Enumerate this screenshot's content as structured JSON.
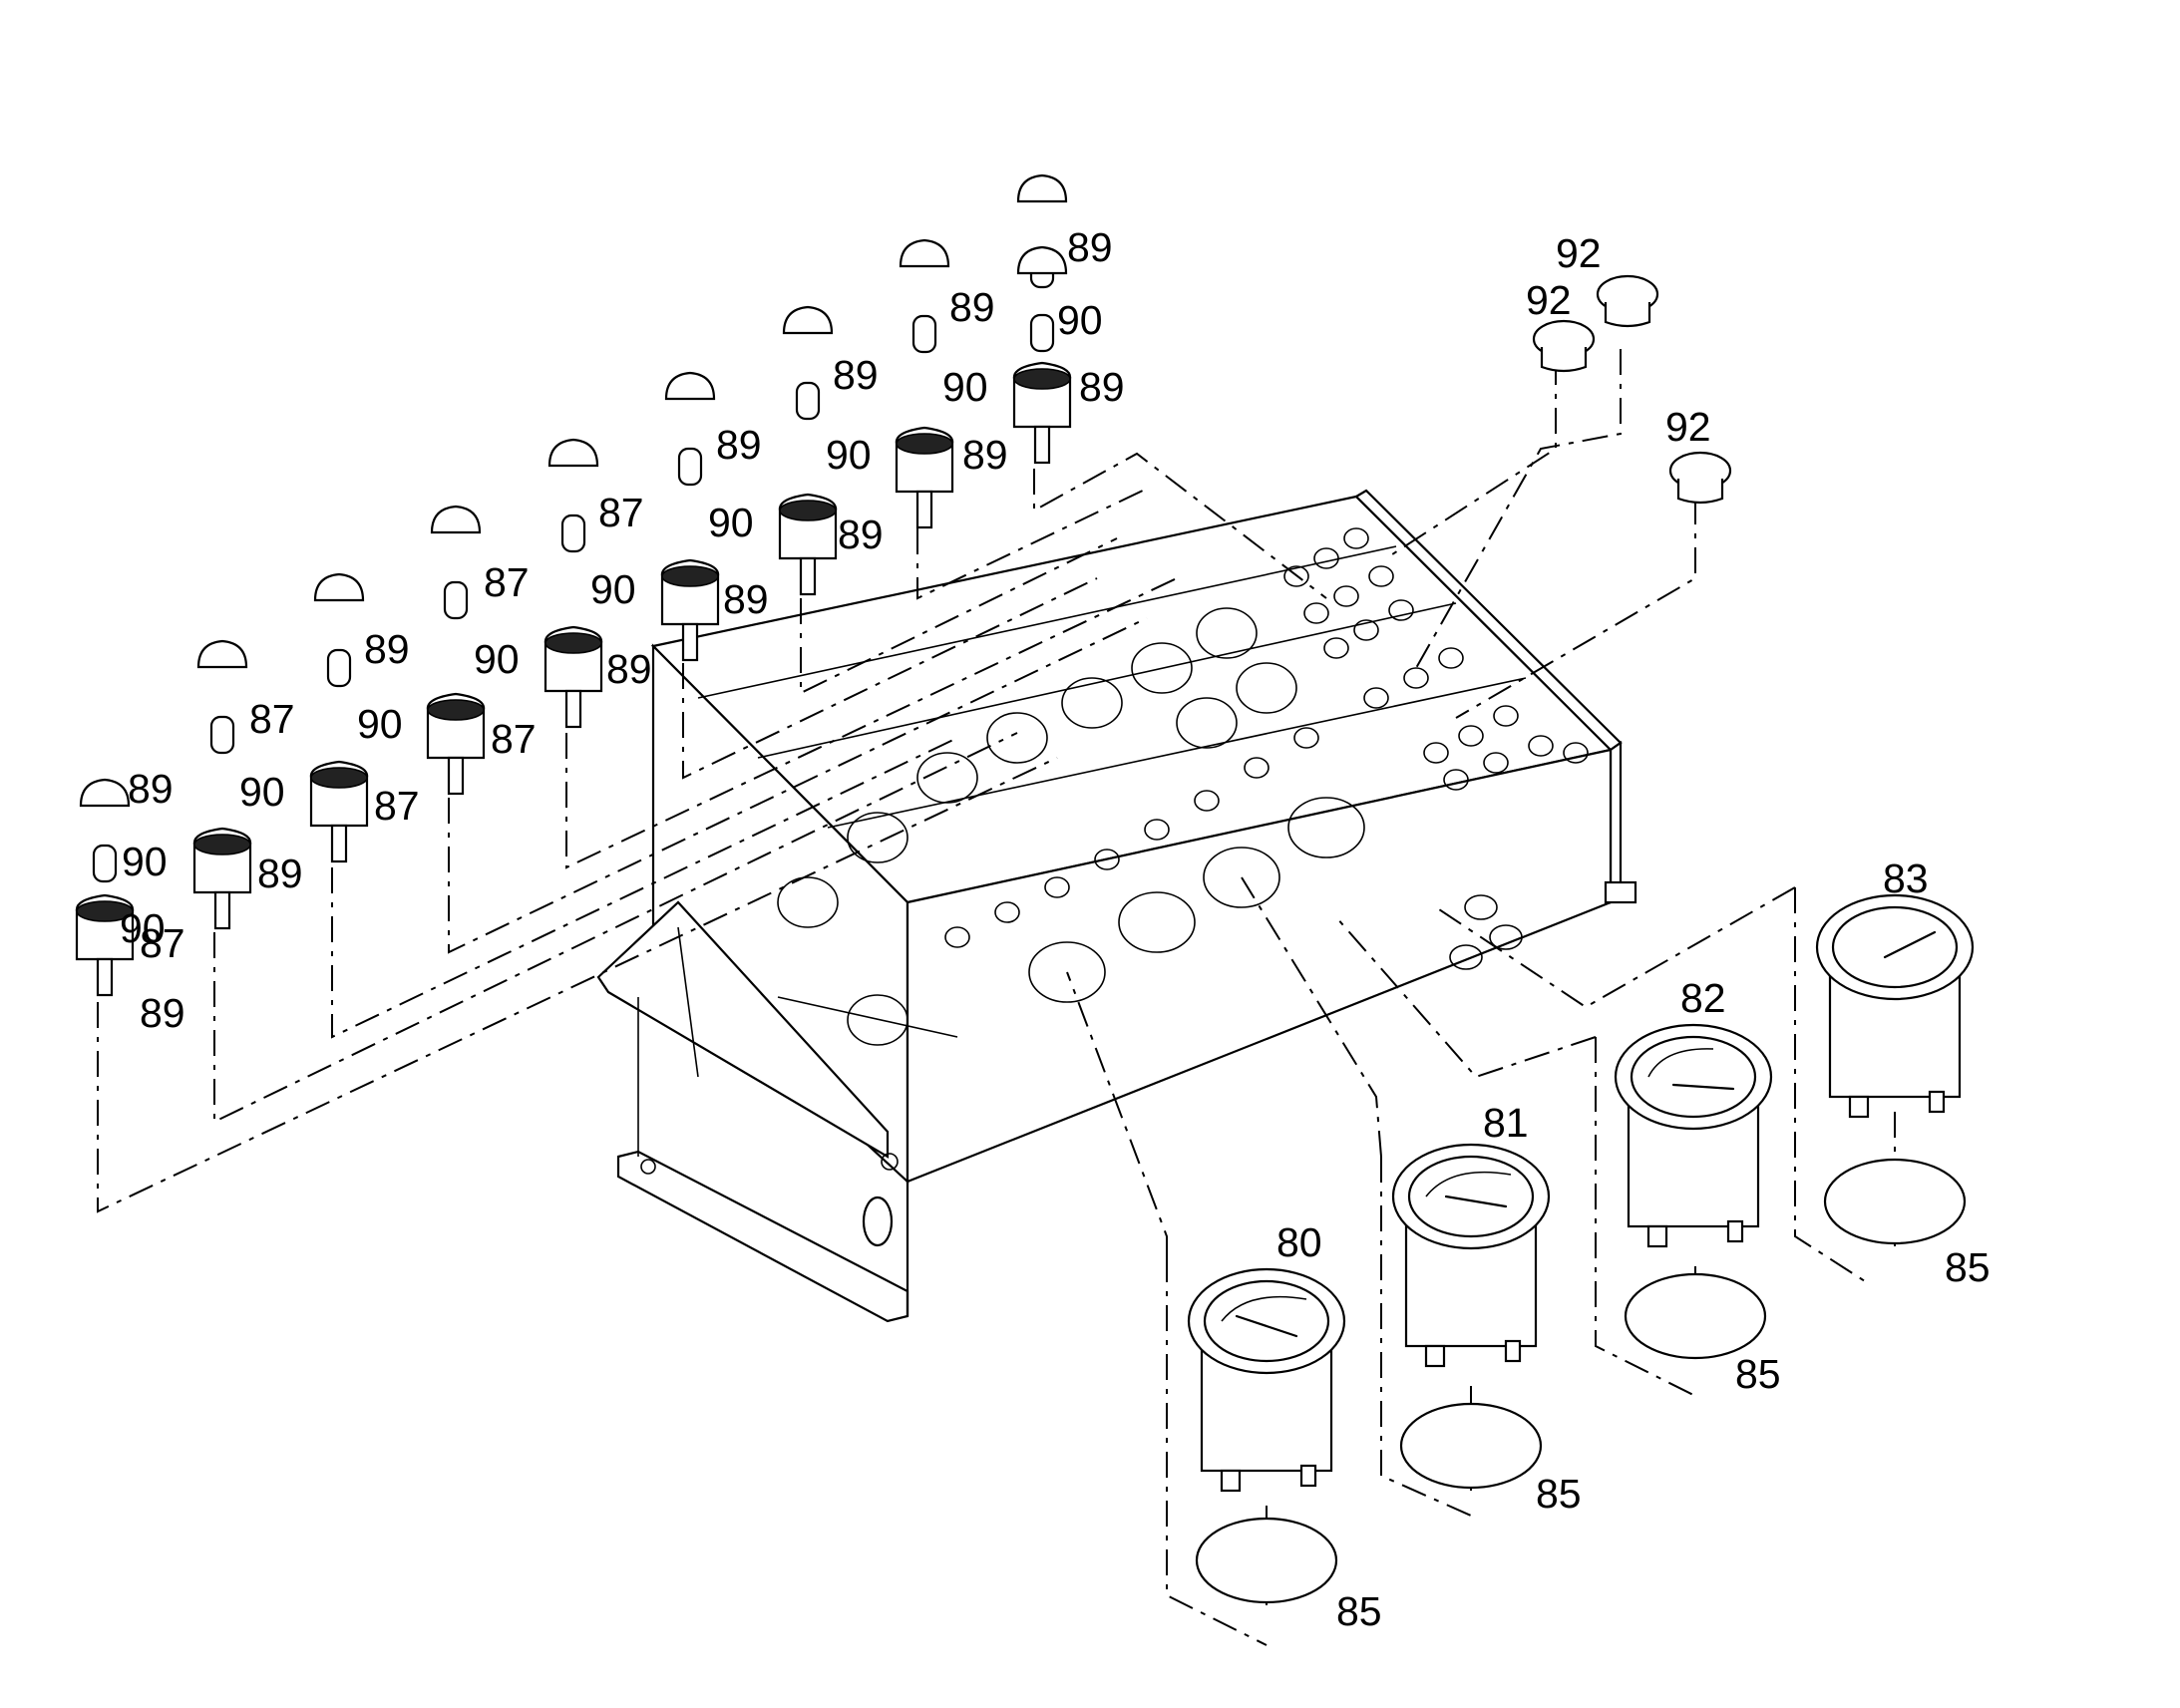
{
  "callouts": {
    "c89_top": "89",
    "c90_top": "90",
    "c89_top_b": "89",
    "c89_s7": "89",
    "c90_s7": "90",
    "c89_s7_b": "89",
    "c89_s6": "89",
    "c90_s6": "90",
    "c89_s6_b": "89",
    "c89_s5": "89",
    "c90_s5": "90",
    "c89_s5_b": "89",
    "c87_s4": "87",
    "c90_s4": "90",
    "c89_s4_b": "89",
    "c87_s3": "87",
    "c90_s3": "90",
    "c87_s3_b": "87",
    "c89_s2": "89",
    "c90_s2": "90",
    "c87_s2_b": "87",
    "c87_s1": "87",
    "c90_s1": "90",
    "c89_s1_b": "89",
    "c89_s0": "89",
    "c90_s0": "90",
    "c87_s0_b": "87",
    "c90_s00": "90",
    "c89_s00_b": "89",
    "c92_a": "92",
    "c92_b": "92",
    "c92_c": "92",
    "c83": "83",
    "c82": "82",
    "c81": "81",
    "c80": "80",
    "c85_83": "85",
    "c85_82": "85",
    "c85_81": "85",
    "c85_80": "85"
  },
  "icons": {
    "gauge": "gauge-icon",
    "indicator_lamp": "indicator-lamp-icon",
    "lens_cap": "lens-cap-icon",
    "bulb": "bulb-icon",
    "plug": "blanking-plug-icon",
    "seal_ring": "seal-ring-icon",
    "panel": "instrument-panel-icon"
  }
}
